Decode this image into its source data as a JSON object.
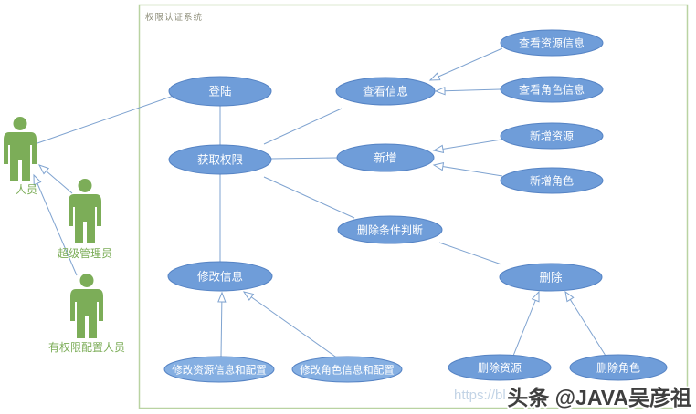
{
  "system": {
    "title": "权限认证系统"
  },
  "actors": {
    "person": {
      "label": "人员"
    },
    "super_admin": {
      "label": "超级管理员"
    },
    "config_person": {
      "label": "有权限配置人员"
    }
  },
  "use_cases": {
    "login": {
      "label": "登陆"
    },
    "get_permission": {
      "label": "获取权限"
    },
    "view_info": {
      "label": "查看信息"
    },
    "view_resource_info": {
      "label": "查看资源信息"
    },
    "view_role_info": {
      "label": "查看角色信息"
    },
    "add": {
      "label": "新增"
    },
    "add_resource": {
      "label": "新增资源"
    },
    "add_role": {
      "label": "新增角色"
    },
    "delete_condition": {
      "label": "删除条件判断"
    },
    "delete": {
      "label": "删除"
    },
    "modify_info": {
      "label": "修改信息"
    },
    "modify_resource_config": {
      "label": "修改资源信息和配置"
    },
    "modify_role_config": {
      "label": "修改角色信息和配置"
    },
    "delete_resource": {
      "label": "删除资源"
    },
    "delete_role": {
      "label": "删除角色"
    }
  },
  "relations": [
    {
      "from": "人员",
      "to": "登陆",
      "type": "association"
    },
    {
      "from": "登陆",
      "to": "获取权限",
      "type": "association"
    },
    {
      "from": "获取权限",
      "to": "查看信息",
      "type": "association"
    },
    {
      "from": "获取权限",
      "to": "新增",
      "type": "association"
    },
    {
      "from": "获取权限",
      "to": "删除条件判断",
      "type": "association"
    },
    {
      "from": "删除条件判断",
      "to": "删除",
      "type": "association"
    },
    {
      "from": "获取权限",
      "to": "修改信息",
      "type": "association"
    },
    {
      "from": "超级管理员",
      "to": "人员",
      "type": "generalization"
    },
    {
      "from": "有权限配置人员",
      "to": "人员",
      "type": "generalization"
    },
    {
      "from": "查看资源信息",
      "to": "查看信息",
      "type": "generalization"
    },
    {
      "from": "查看角色信息",
      "to": "查看信息",
      "type": "generalization"
    },
    {
      "from": "新增资源",
      "to": "新增",
      "type": "generalization"
    },
    {
      "from": "新增角色",
      "to": "新增",
      "type": "generalization"
    },
    {
      "from": "修改资源信息和配置",
      "to": "修改信息",
      "type": "generalization"
    },
    {
      "from": "修改角色信息和配置",
      "to": "修改信息",
      "type": "generalization"
    },
    {
      "from": "删除资源",
      "to": "删除",
      "type": "generalization"
    },
    {
      "from": "删除角色",
      "to": "删除",
      "type": "generalization"
    }
  ],
  "watermark": {
    "brand": "头条 @JAVA吴彦祖",
    "url_fragment": "https://bl"
  },
  "colors": {
    "ellipse_fill": "#6f9dd9",
    "ellipse_stroke": "#5583c4",
    "ellipse_fill_light": "#85afe2",
    "actor_green": "#7cad58",
    "frame_border": "#b9d3a2",
    "title_text": "#8e8e7a",
    "connector": "#7fa3d0",
    "watermark_text": "#3f3f3f",
    "url_watermark_text": "#c3d4e6"
  }
}
